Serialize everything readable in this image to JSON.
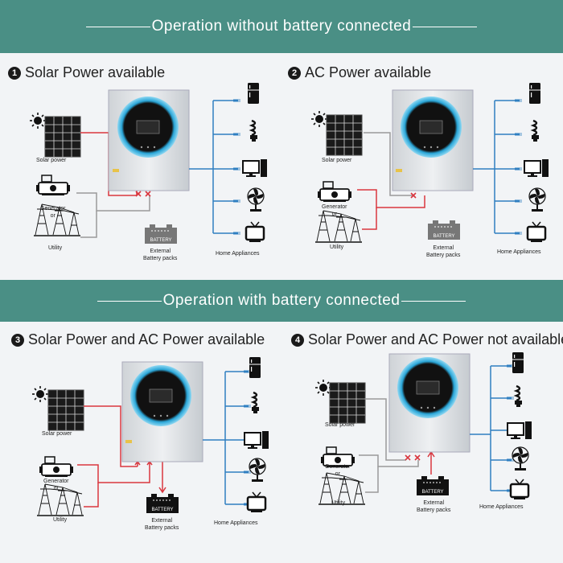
{
  "header_top": "Operation without battery connected",
  "header_bottom": "Operation with battery connected",
  "scenarios": [
    {
      "number": "1",
      "title": "Solar Power available"
    },
    {
      "number": "2",
      "title": "AC Power available"
    },
    {
      "number": "3",
      "title": "Solar Power and AC Power available"
    },
    {
      "number": "4",
      "title": "Solar Power and AC Power not available"
    }
  ],
  "labels": {
    "solar": "Solar power",
    "generator": "Generator",
    "or": "or",
    "utility": "Utility",
    "battery_line1": "External",
    "battery_line2": "Battery packs",
    "battery_text": "BATTERY",
    "appliances": "Home Appliances"
  },
  "colors": {
    "header": "#4a8f85",
    "ac_line": "#d9363e",
    "load_line": "#2f7fc1",
    "off_line": "#9a9a9a"
  }
}
